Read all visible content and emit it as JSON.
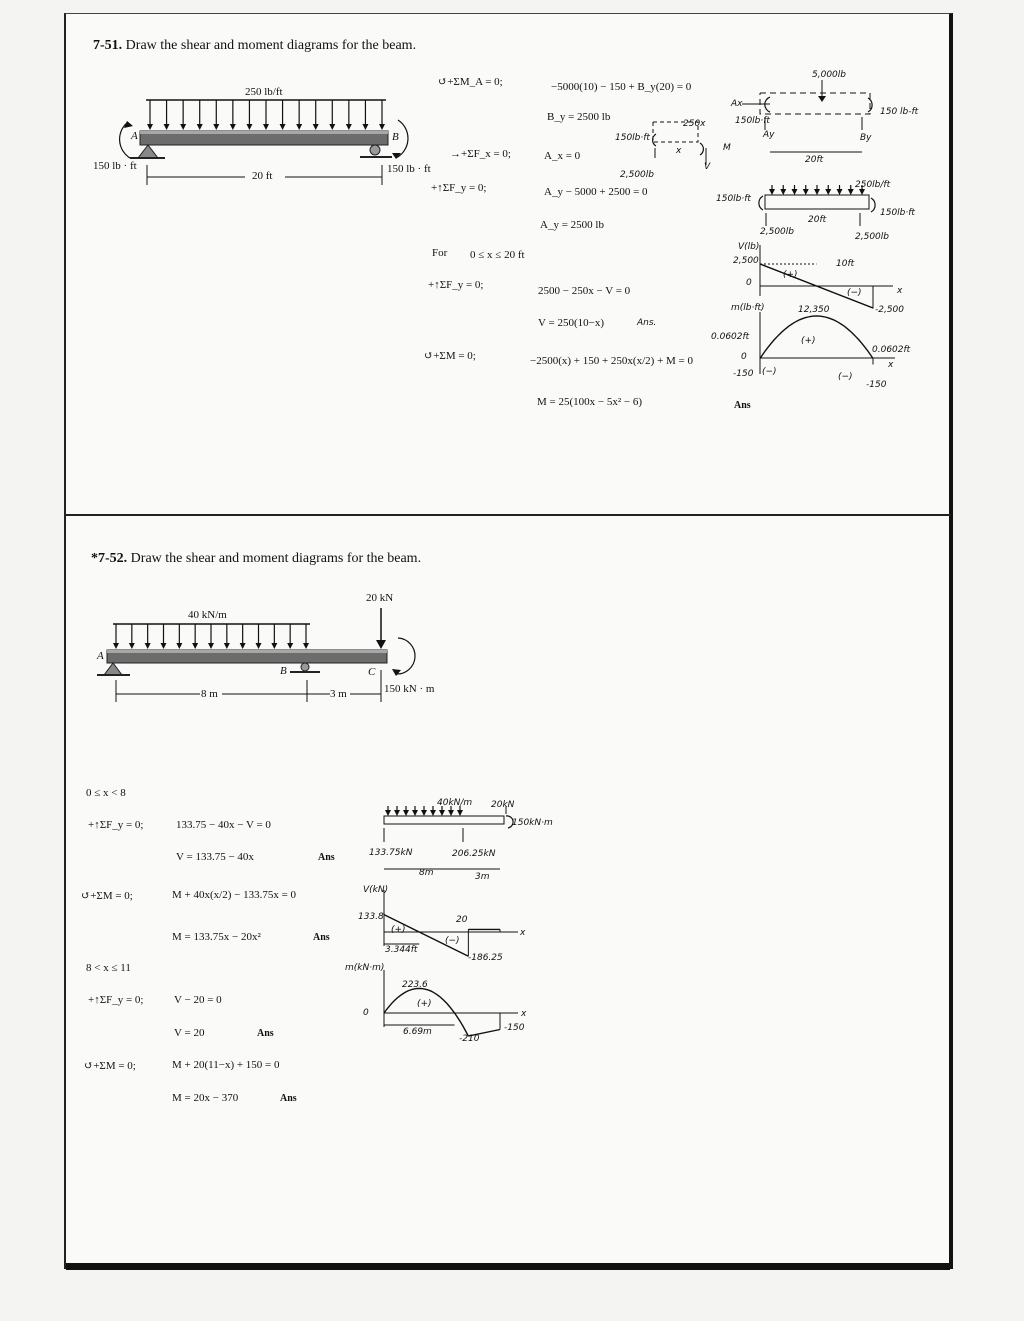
{
  "problem_751": {
    "number": "7-51.",
    "statement": "Draw the shear and moment diagrams for the beam.",
    "figure": {
      "load": "250 lb/ft",
      "moment_left": "150 lb · ft",
      "moment_right": "150 lb · ft",
      "span": "20 ft",
      "label_a": "A",
      "label_b": "B"
    },
    "equations": [
      {
        "lhs": "↺+ΣM_A = 0;",
        "rhs": "−5000(10) − 150 + B_y(20) = 0"
      },
      {
        "lhs": "",
        "rhs": "B_y = 2500 lb"
      },
      {
        "lhs": "→+ΣF_x = 0;",
        "rhs": "A_x = 0"
      },
      {
        "lhs": "+↑ΣF_y = 0;",
        "rhs": "A_y − 5000 + 2500 = 0"
      },
      {
        "lhs": "",
        "rhs": "A_y = 2500 lb"
      },
      {
        "lhs": "For",
        "rhs": "0 ≤ x ≤ 20 ft"
      },
      {
        "lhs": "+↑ΣF_y = 0;",
        "rhs": "2500 − 250x − V = 0"
      },
      {
        "lhs": "",
        "rhs": "V = 250(10−x)"
      },
      {
        "lhs": "↺+ΣM = 0;",
        "rhs": "−2500(x) + 150 + 250x(x/2) + M = 0"
      },
      {
        "lhs": "",
        "rhs": "M = 25(100x − 5x² − 6)"
      }
    ],
    "ans_v": "Ans.",
    "ans_m": "Ans",
    "sketch": {
      "resultant": "5,000lb",
      "ax": "Ax",
      "couple_left": "150lb·ft",
      "ay": "Ay",
      "by": "By",
      "couple_right": "150 lb-ft",
      "len": "20ft",
      "fbd_load": "250x",
      "fbd_couple": "150lb·ft",
      "fbd_x": "x",
      "fbd_m": "M",
      "fbd_v": "V",
      "fbd_reaction": "2,500lb",
      "beam_load": "250lb/ft",
      "beam_couple_left": "150lb·ft",
      "beam_couple_right": "150lb·ft",
      "beam_len": "20ft",
      "beam_ra": "2,500lb",
      "beam_rb": "2,500lb",
      "v_axis": "V(lb)",
      "v_top": "2,500",
      "v_zero": "0",
      "v_mid": "10ft",
      "v_bottom": "-2,500",
      "v_x": "x",
      "v_plus": "(+)",
      "v_minus": "(−)",
      "m_axis": "m(lb·ft)",
      "m_peak": "12,350",
      "m_left_root": "0.0602ft",
      "m_right_root": "0.0602ft",
      "m_zero": "0",
      "m_left_val": "-150",
      "m_right_val": "-150",
      "m_plus": "(+)",
      "m_minus_left": "(−)",
      "m_minus_right": "(−)",
      "m_x": "x",
      "ans": "Ans"
    }
  },
  "problem_752": {
    "number": "*7-52.",
    "statement": "Draw the shear and moment diagrams for the beam.",
    "figure": {
      "load": "40 kN/m",
      "point_load": "20 kN",
      "moment": "150 kN · m",
      "span_ab": "8 m",
      "span_bc": "3 m",
      "label_a": "A",
      "label_b": "B",
      "label_c": "C"
    },
    "seg1": "0 ≤ x < 8",
    "eq1": [
      {
        "lhs": "+↑ΣF_y = 0;",
        "rhs": "133.75 − 40x − V = 0"
      },
      {
        "lhs": "",
        "rhs": "V = 133.75 − 40x",
        "ans": "Ans"
      },
      {
        "lhs": "↺+ΣM = 0;",
        "rhs": "M + 40x(x/2) − 133.75x = 0"
      },
      {
        "lhs": "",
        "rhs": "M = 133.75x − 20x²",
        "ans": "Ans"
      }
    ],
    "seg2": "8 < x ≤ 11",
    "eq2": [
      {
        "lhs": "+↑ΣF_y = 0;",
        "rhs": "V − 20 = 0"
      },
      {
        "lhs": "",
        "rhs": "V = 20",
        "ans": "Ans"
      },
      {
        "lhs": "↺+ΣM = 0;",
        "rhs": "M + 20(11−x) + 150 = 0"
      },
      {
        "lhs": "",
        "rhs": "M = 20x − 370",
        "ans": "Ans"
      }
    ],
    "sketch": {
      "load": "40kN/m",
      "point": "20kN",
      "couple": "150kN·m",
      "ra": "133.75kN",
      "rb": "206.25kN",
      "l1": "8m",
      "l2": "3m",
      "v_axis": "V(kN)",
      "v_top": "133.8",
      "v_root": "3.344ft",
      "v_20": "20",
      "v_bottom": "-186.25",
      "v_x": "x",
      "v_plus": "(+)",
      "v_minus": "(−)",
      "m_axis": "m(kN·m)",
      "m_peak": "223.6",
      "m_zero": "0",
      "m_root": "6.69m",
      "m_bottom": "-210",
      "m_right": "-150",
      "m_x": "x",
      "m_plus": "(+)"
    }
  }
}
